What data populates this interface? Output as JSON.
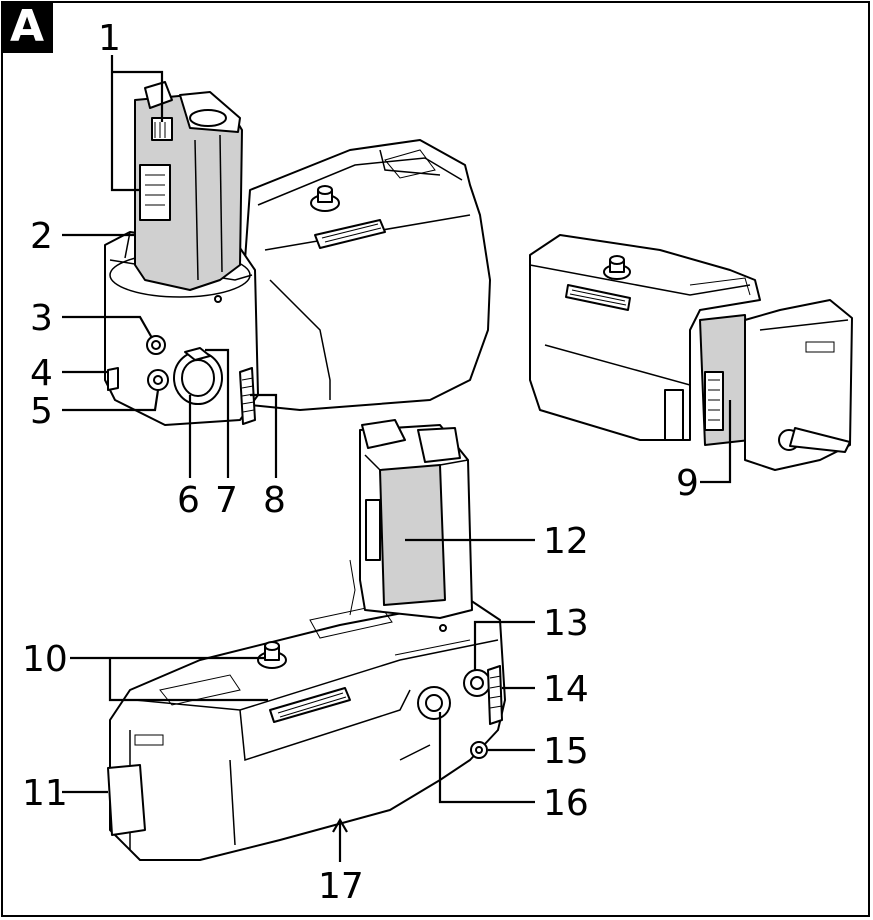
{
  "figure": {
    "badge": "A",
    "callouts": [
      "1",
      "2",
      "3",
      "4",
      "5",
      "6",
      "7",
      "8",
      "9",
      "10",
      "11",
      "12",
      "13",
      "14",
      "15",
      "16",
      "17"
    ]
  },
  "colors": {
    "outline": "#000000",
    "battery_fill": "#d0d0d0",
    "background": "#ffffff"
  }
}
